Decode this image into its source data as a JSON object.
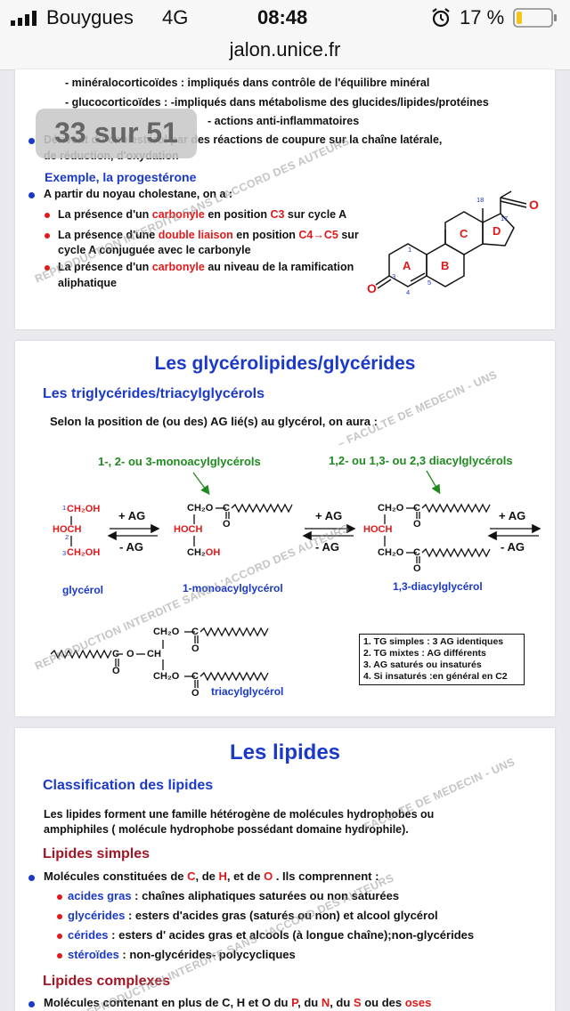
{
  "status": {
    "carrier": "Bouygues",
    "network": "4G",
    "time": "08:48",
    "battery_pct": "17 %",
    "battery_level": 0.17
  },
  "browser": {
    "url": "jalon.unice.fr"
  },
  "viewer": {
    "page_counter": "33 sur 51"
  },
  "watermark": {
    "a": "REPRODUCTION INTERDITE SANS L'ACCORD DES AUTEURS",
    "b": "– FACULTE DE MEDECIN - UNS"
  },
  "slide1": {
    "line_mineralo_label": "- minéralocorticoïdes",
    "line_mineralo_rest": " : impliqués dans contrôle de l'équilibre minéral",
    "line_gluco_label": "- glucocorticoïdes",
    "line_gluco_rest": " : -impliqués dans métabolisme des glucides/lipides/protéines",
    "line_antiinfl": "- actions anti-inflammatoires",
    "line_chol1": "Dérivent du cholestérol par des réactions de coupure sur la chaîne latérale,",
    "line_chol2": "de réduction, d'oxydation",
    "example_title": "Exemple, la progestérone",
    "intro": "A partir du noyau cholestane, on a :",
    "b1_pre": "La présence d'un ",
    "b1_key": "carbonyle",
    "b1_mid": " en position ",
    "b1_pos": "C3",
    "b1_post": " sur cycle A",
    "b2_pre": "La présence d'une ",
    "b2_key": "double liaison",
    "b2_mid": " en position ",
    "b2_pos": "C4→C5",
    "b2_post": " sur",
    "b2_line2": "cycle A conjuguée avec le carbonyle",
    "b3_pre": "La présence d'un ",
    "b3_key": "carbonyle",
    "b3_post": "  au niveau de la ramification",
    "b3_line2": "aliphatique",
    "ring_A": "A",
    "ring_B": "B",
    "ring_C": "C",
    "ring_D": "D",
    "num_1": "1",
    "num_3": "3",
    "num_4": "4",
    "num_5": "5",
    "num_17": "17",
    "num_18": "18",
    "atom_O": "O"
  },
  "slide2": {
    "title": "Les glycérolipides/glycérides",
    "subtitle": "Les triglycérides/triacylglycérols",
    "intro": "Selon la position de (ou des) AG lié(s) au glycérol, on aura :",
    "mono_heading": "1-, 2- ou 3-monoacylglycérols",
    "di_heading": "1,2- ou 1,3- ou 2,3 diacylglycérols",
    "plus_ag": "+ AG",
    "minus_ag": "- AG",
    "glycerol_label": "glycérol",
    "mono_label": "1-monoacylglycérol",
    "di_label": "1,3-diacylglycérol",
    "tri_label": "triacylglycérol",
    "ch2oh": "CH₂OH",
    "hoch": "HOCH",
    "ch2o": "CH₂O",
    "ch2": "CH₂",
    "oh": "OH",
    "c_atom": "C",
    "o_atom": "O",
    "ch": "CH",
    "n1": "1",
    "n2": "2",
    "n3": "3",
    "box_lines": [
      "1. TG simples : 3 AG identiques",
      "2. TG mixtes :   AG différents",
      "3. AG saturés ou insaturés",
      "4. Si insaturés :en général en C2"
    ]
  },
  "slide3": {
    "title": "Les lipides",
    "class_title": "Classification des lipides",
    "desc1": "Les lipides forment une famille hétérogène de molécules hydrophobes  ou",
    "desc2": "amphiphiles ( molécule hydrophobe possédant domaine hydrophile).",
    "simple_title": "Lipides simples",
    "simple_intro_pre": "Molécules constituées de ",
    "el_C": "C",
    "sep1": ", de ",
    "el_H": "H",
    "sep2": ", et de ",
    "el_O": "O",
    "simple_intro_post": " . Ils comprennent :",
    "items": [
      {
        "key": "acides gras",
        "rest": " : chaînes aliphatiques saturées ou non saturées"
      },
      {
        "key": "glycérides",
        "rest": " : esters d'acides gras (saturés ou non) et alcool glycérol"
      },
      {
        "key": "cérides",
        "rest": " : esters d' acides gras et alcools (à longue chaîne);non-glycérides"
      },
      {
        "key": "stéroïdes",
        "rest": " :  non-glycérides- polycycliques"
      }
    ],
    "complex_title": "Lipides complexes",
    "complex_pre": "Molécules contenant en plus de C, H et O du ",
    "el_P": "P",
    "c_sep1": ", du ",
    "el_N": "N",
    "c_sep2": ", du ",
    "el_S": "S",
    "c_sep3": " ou des ",
    "el_oses": "oses"
  },
  "colors": {
    "title_blue": "#1a39c8",
    "highlight_red": "#e0191b",
    "heading_green": "#1f8a1f",
    "maroon": "#a31524",
    "battery_yellow": "#f5c518"
  }
}
